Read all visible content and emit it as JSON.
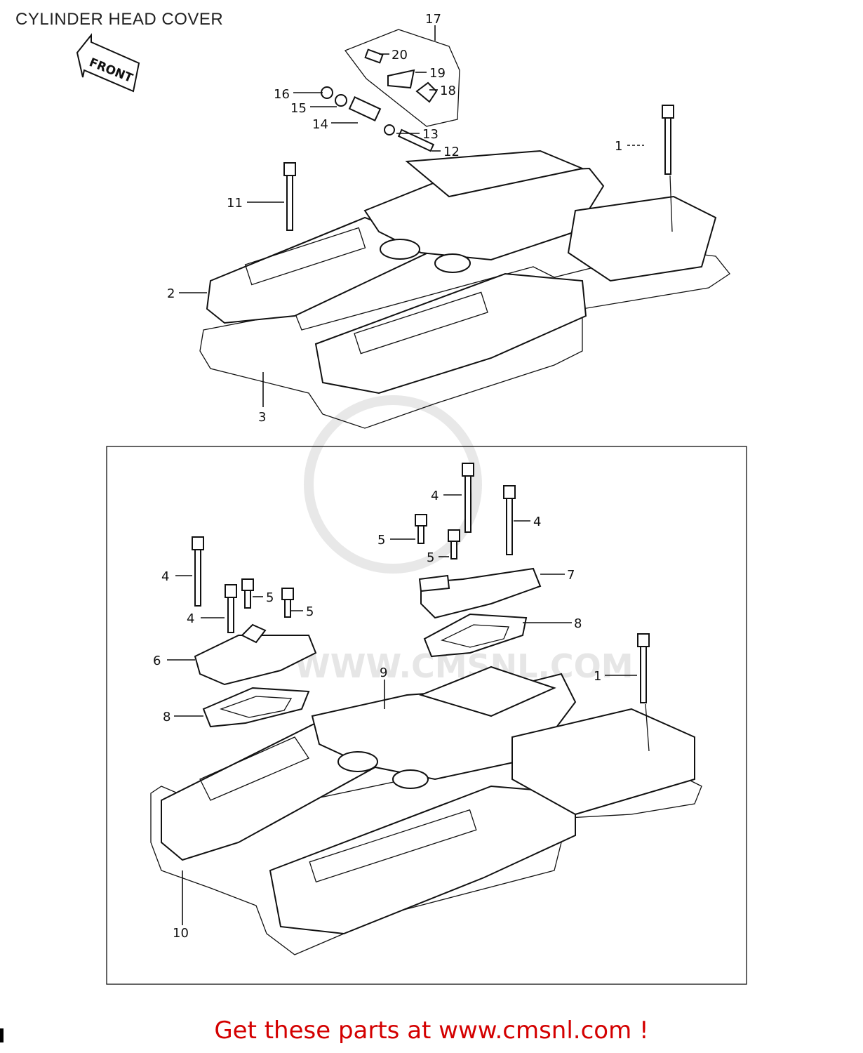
{
  "title": "CYLINDER HEAD COVER",
  "front_label": "FRONT",
  "watermark": "WWW.CMSNL.COM",
  "footer": "Get these parts at www.cmsnl.com !",
  "callouts": {
    "c1a": "1",
    "c2": "2",
    "c3": "3",
    "c11": "11",
    "c12": "12",
    "c13": "13",
    "c14": "14",
    "c15": "15",
    "c16": "16",
    "c17": "17",
    "c18": "18",
    "c19": "19",
    "c20": "20",
    "c4a": "4",
    "c4b": "4",
    "c4c": "4",
    "c4d": "4",
    "c5a": "5",
    "c5b": "5",
    "c5c": "5",
    "c5d": "5",
    "c6": "6",
    "c7": "7",
    "c8a": "8",
    "c8b": "8",
    "c9": "9",
    "c1b": "1",
    "c10": "10"
  }
}
